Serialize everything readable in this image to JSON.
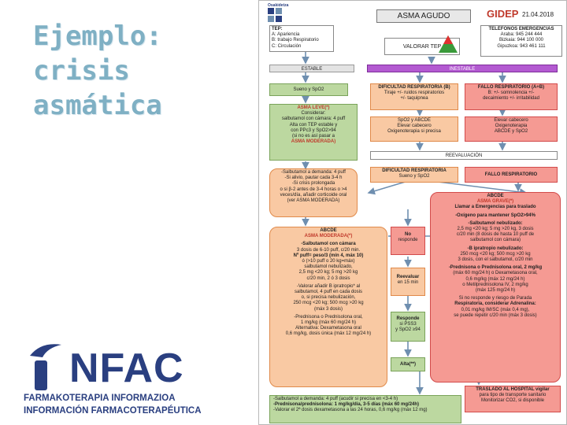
{
  "slide": {
    "title_line1": "Ejemplo:",
    "title_line2": "crisis",
    "title_line3": "asmática"
  },
  "logo": {
    "word": "NFAC",
    "sub1": "FARMAKOTERAPIA INFORMAZIOA",
    "sub2": "INFORMACIÓN FARMACOTERAPÉUTICA"
  },
  "flow": {
    "osakidetza": "Osakidetza",
    "title": "ASMA AGUDO",
    "gidep": "GIDEP",
    "date": "21.04.2018",
    "tep_title": "TEP:",
    "tep_a": "A: Apariencia",
    "tep_b": "B: trabajo Respiratorio",
    "tep_c": "C: Circulación",
    "valorar": "VALORAR TEP",
    "tel_title": "TELÉFONOS EMERGENCIAS",
    "tel_1": "Araba: 945 244 444",
    "tel_2": "Bizkaia: 944 100 000",
    "tel_3": "Gipuzkoa: 943 461 111",
    "estable": "ESTABLE",
    "inestable": "INESTABLE",
    "sueno": "Sueno y SpO2",
    "leve_title": "ASMA LEVE(*)",
    "leve_1": "Considerar:",
    "leve_2": "salbutamol con cámara: 4 puff",
    "leve_3": "Alta con TEP estable y",
    "leve_4": "con PPc3 y SpO2>94",
    "leve_5": "(si no es así pasar a",
    "leve_6": "ASMA MODERADA)",
    "dif_title": "DIFICULTAD RESPIRATORIA (B)",
    "dif_1": "Tiraje +/- ruidos respiratorios",
    "dif_2": "+/- taquipnea",
    "fallo_title": "FALLO RESPIRATORIO (A+B)",
    "fallo_1": "B: +/- somnolencia +/-",
    "fallo_2": "decaimiento +/- irritabilidad",
    "spo2_1": "SpO2 y ABCDE",
    "spo2_2": "Elevar cabecero",
    "spo2_3": "Oxigenoterapia si precisa",
    "elevar_1": "Elevar cabecero",
    "elevar_2": "Oxigenoterapia",
    "elevar_3": "ABCDE y SpO2",
    "reevaluacion": "REEVALUACIÓN",
    "dif2_title": "DIFICULTAD RESPIRATORIA",
    "dif2_1": "Sueno y SpO2",
    "fallo2_title": "FALLO RESPIRATORIO",
    "salb_1": "-Salbutamol a demanda: 4 puff",
    "salb_2": "-Si alivio, pautar cada 3-4 h",
    "salb_3": "-Si crisis prolongada",
    "salb_4": "o si β-2 antes de 3-4 horas o >4",
    "salb_5": "veces/día, añadir corticoide oral",
    "salb_6": "(ver ASMA MODERADA)",
    "grave_1": "ABCDE",
    "grave_2": "ASMA GRAVE(*)",
    "grave_3": "Llamar a Emergencias para traslado",
    "grave_4": "-Oxígeno para mantener SpO2>94%",
    "grave_5": "-Salbutamol nebulizado:",
    "grave_6": "2,5 mg <20 kg; 5 mg >20 kg, 3 dosis",
    "grave_7": "c/20 min (8 dosis de hasta 10 puff de",
    "grave_8": "salbutamol con cámara)",
    "grave_9": "-B ipratropio nebulizado:",
    "grave_10": "250 mcg <20 kg; 500 mcg >20 kg",
    "grave_11": "3 dosis, con el salbutamol, c/20 min",
    "grave_12": "-Prednisona o Prednisolona oral, 2 mg/kg",
    "grave_13": "(máx 60 mg/24 h) o Dexametasona oral,",
    "grave_14": "0,6 mg/kg (máx 12 mg/24 h)",
    "grave_15": "o Metilprednisolona IV, 2 mg/kg",
    "grave_16": "(máx 125 mg/24 h)",
    "grave_17": "Si no responde y riesgo de Parada",
    "grave_18": "Respiratoria, considerar Adrenalina:",
    "grave_19": "0,01 mg/kg IM/SC (máx 0,4 mg),",
    "grave_20": "se puede repetir c/20 min (máx 3 dosis)",
    "mod_1": "ABCDE",
    "mod_2": "ASMA MODERADA(*)",
    "mod_3": "-Salbutamol con cámara",
    "mod_4": "3 dosis de 6-10 puff, c/20 min.",
    "mod_5": "Nº puff= peso/3 (mín 4, máx 10)",
    "mod_6": "ó (>10 puff o 20 kg=máx)",
    "mod_7": "salbutamol nebulizado,",
    "mod_8": "2,5 mg <20 kg; 5 mg >20 kg",
    "mod_9": "c/20 min, 2 ó 3 dosis",
    "mod_10": "-Valorar añadir B ipratropio* al",
    "mod_11": "salbutamol, 4 puff en cada dosis",
    "mod_12": "o, si precisa nebulización,",
    "mod_13": "250 mcg <20 kg; 500 mcg >20 kg",
    "mod_14": "(máx 3 dosis)",
    "mod_15": "-Prednisona o Prednisolona oral,",
    "mod_16": "1 mg/kg (máx 60 mg/24 h)",
    "mod_17": "Alternativa: Dexametasona oral",
    "mod_18": "0,6 mg/kg, dosis única (máx 12 mg/24 h)",
    "noresp_1": "No",
    "noresp_2": "responde",
    "reev15_1": "Reevaluar",
    "reev15_2": "en 15 min",
    "resp_1": "Responde",
    "resp_2": "si PSS3",
    "resp_3": "y SpO2 ≥94",
    "alta": "Alta(**)",
    "traslado_1": "TRASLADO AL HOSPITAL vigilar",
    "traslado_2": "para tipo de transporte sanitario",
    "traslado_3": "Monitorizar CO2, si disponible",
    "bottom_1": "-Salbutamol a demanda: 4 puff (acudir si precisa en <3-4 h)",
    "bottom_2": "-Prednisona/prednisolona: 1 mg/kg/día, 3-5 días (máx 60 mg/24h)",
    "bottom_3": "-Valorar el 2ª dosis dexametasona a las 24 horas, 0,6 mg/kg (máx 12 mg)"
  },
  "colors": {
    "green": "#bcd8a0",
    "orange": "#f9c9a3",
    "red": "#f59a93",
    "yellow": "#f7f04a",
    "purple": "#b35ad1",
    "title": "#7fb0c4",
    "brand": "#2a3f80"
  }
}
